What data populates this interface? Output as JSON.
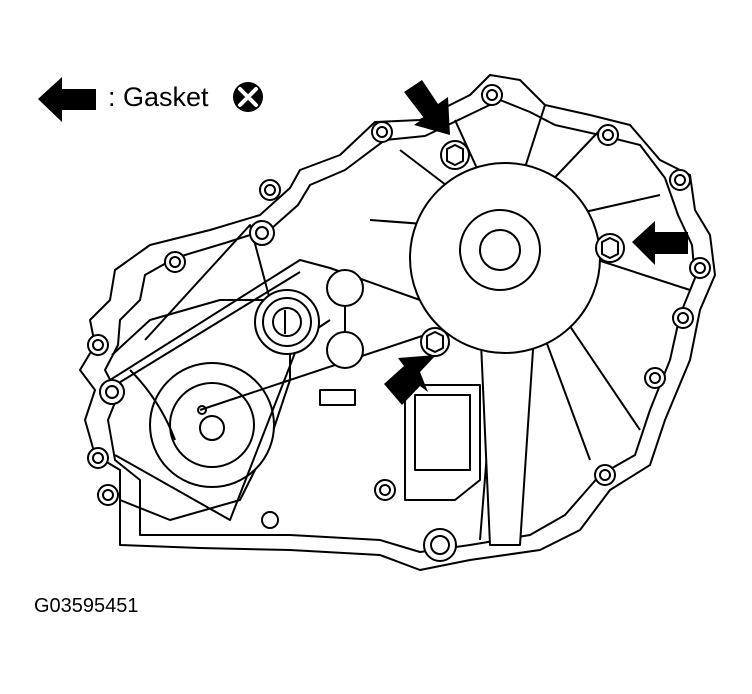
{
  "legend": {
    "label": ": Gasket",
    "arrow_icon": "solid-arrow-left-icon",
    "symbol_icon": "circle-x-icon"
  },
  "figure": {
    "code": "G03595451",
    "subject": "transaxle-housing-with-oil-pump"
  },
  "callouts": [
    {
      "name": "gasket-arrow-top",
      "direction": "down-right"
    },
    {
      "name": "gasket-arrow-right",
      "direction": "left"
    },
    {
      "name": "gasket-arrow-bottom",
      "direction": "up-right"
    }
  ],
  "colors": {
    "line": "#000000",
    "fill": "#ffffff"
  }
}
